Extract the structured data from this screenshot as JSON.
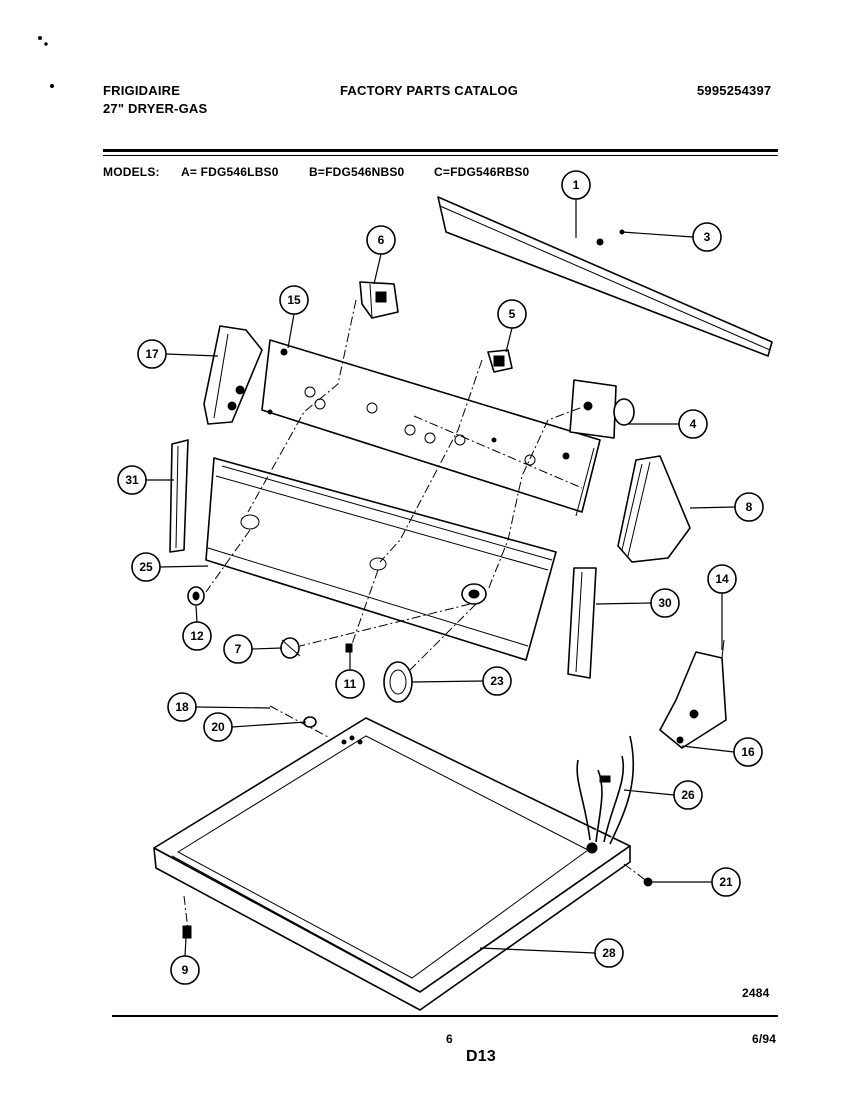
{
  "header": {
    "brand": "FRIGIDAIRE",
    "product": "27\" DRYER-GAS",
    "catalog_title": "FACTORY PARTS CATALOG",
    "catalog_number": "5995254397"
  },
  "models": {
    "label": "MODELS:",
    "a": "A= FDG546LBS0",
    "b": "B=FDG546NBS0",
    "c": "C=FDG546RBS0"
  },
  "callouts": [
    "1",
    "3",
    "6",
    "15",
    "17",
    "5",
    "4",
    "31",
    "8",
    "25",
    "30",
    "12",
    "7",
    "11",
    "23",
    "14",
    "18",
    "20",
    "16",
    "26",
    "21",
    "9",
    "28"
  ],
  "footer": {
    "drawing_number": "2484",
    "page_number": "6",
    "section": "D13",
    "date": "6/94"
  }
}
